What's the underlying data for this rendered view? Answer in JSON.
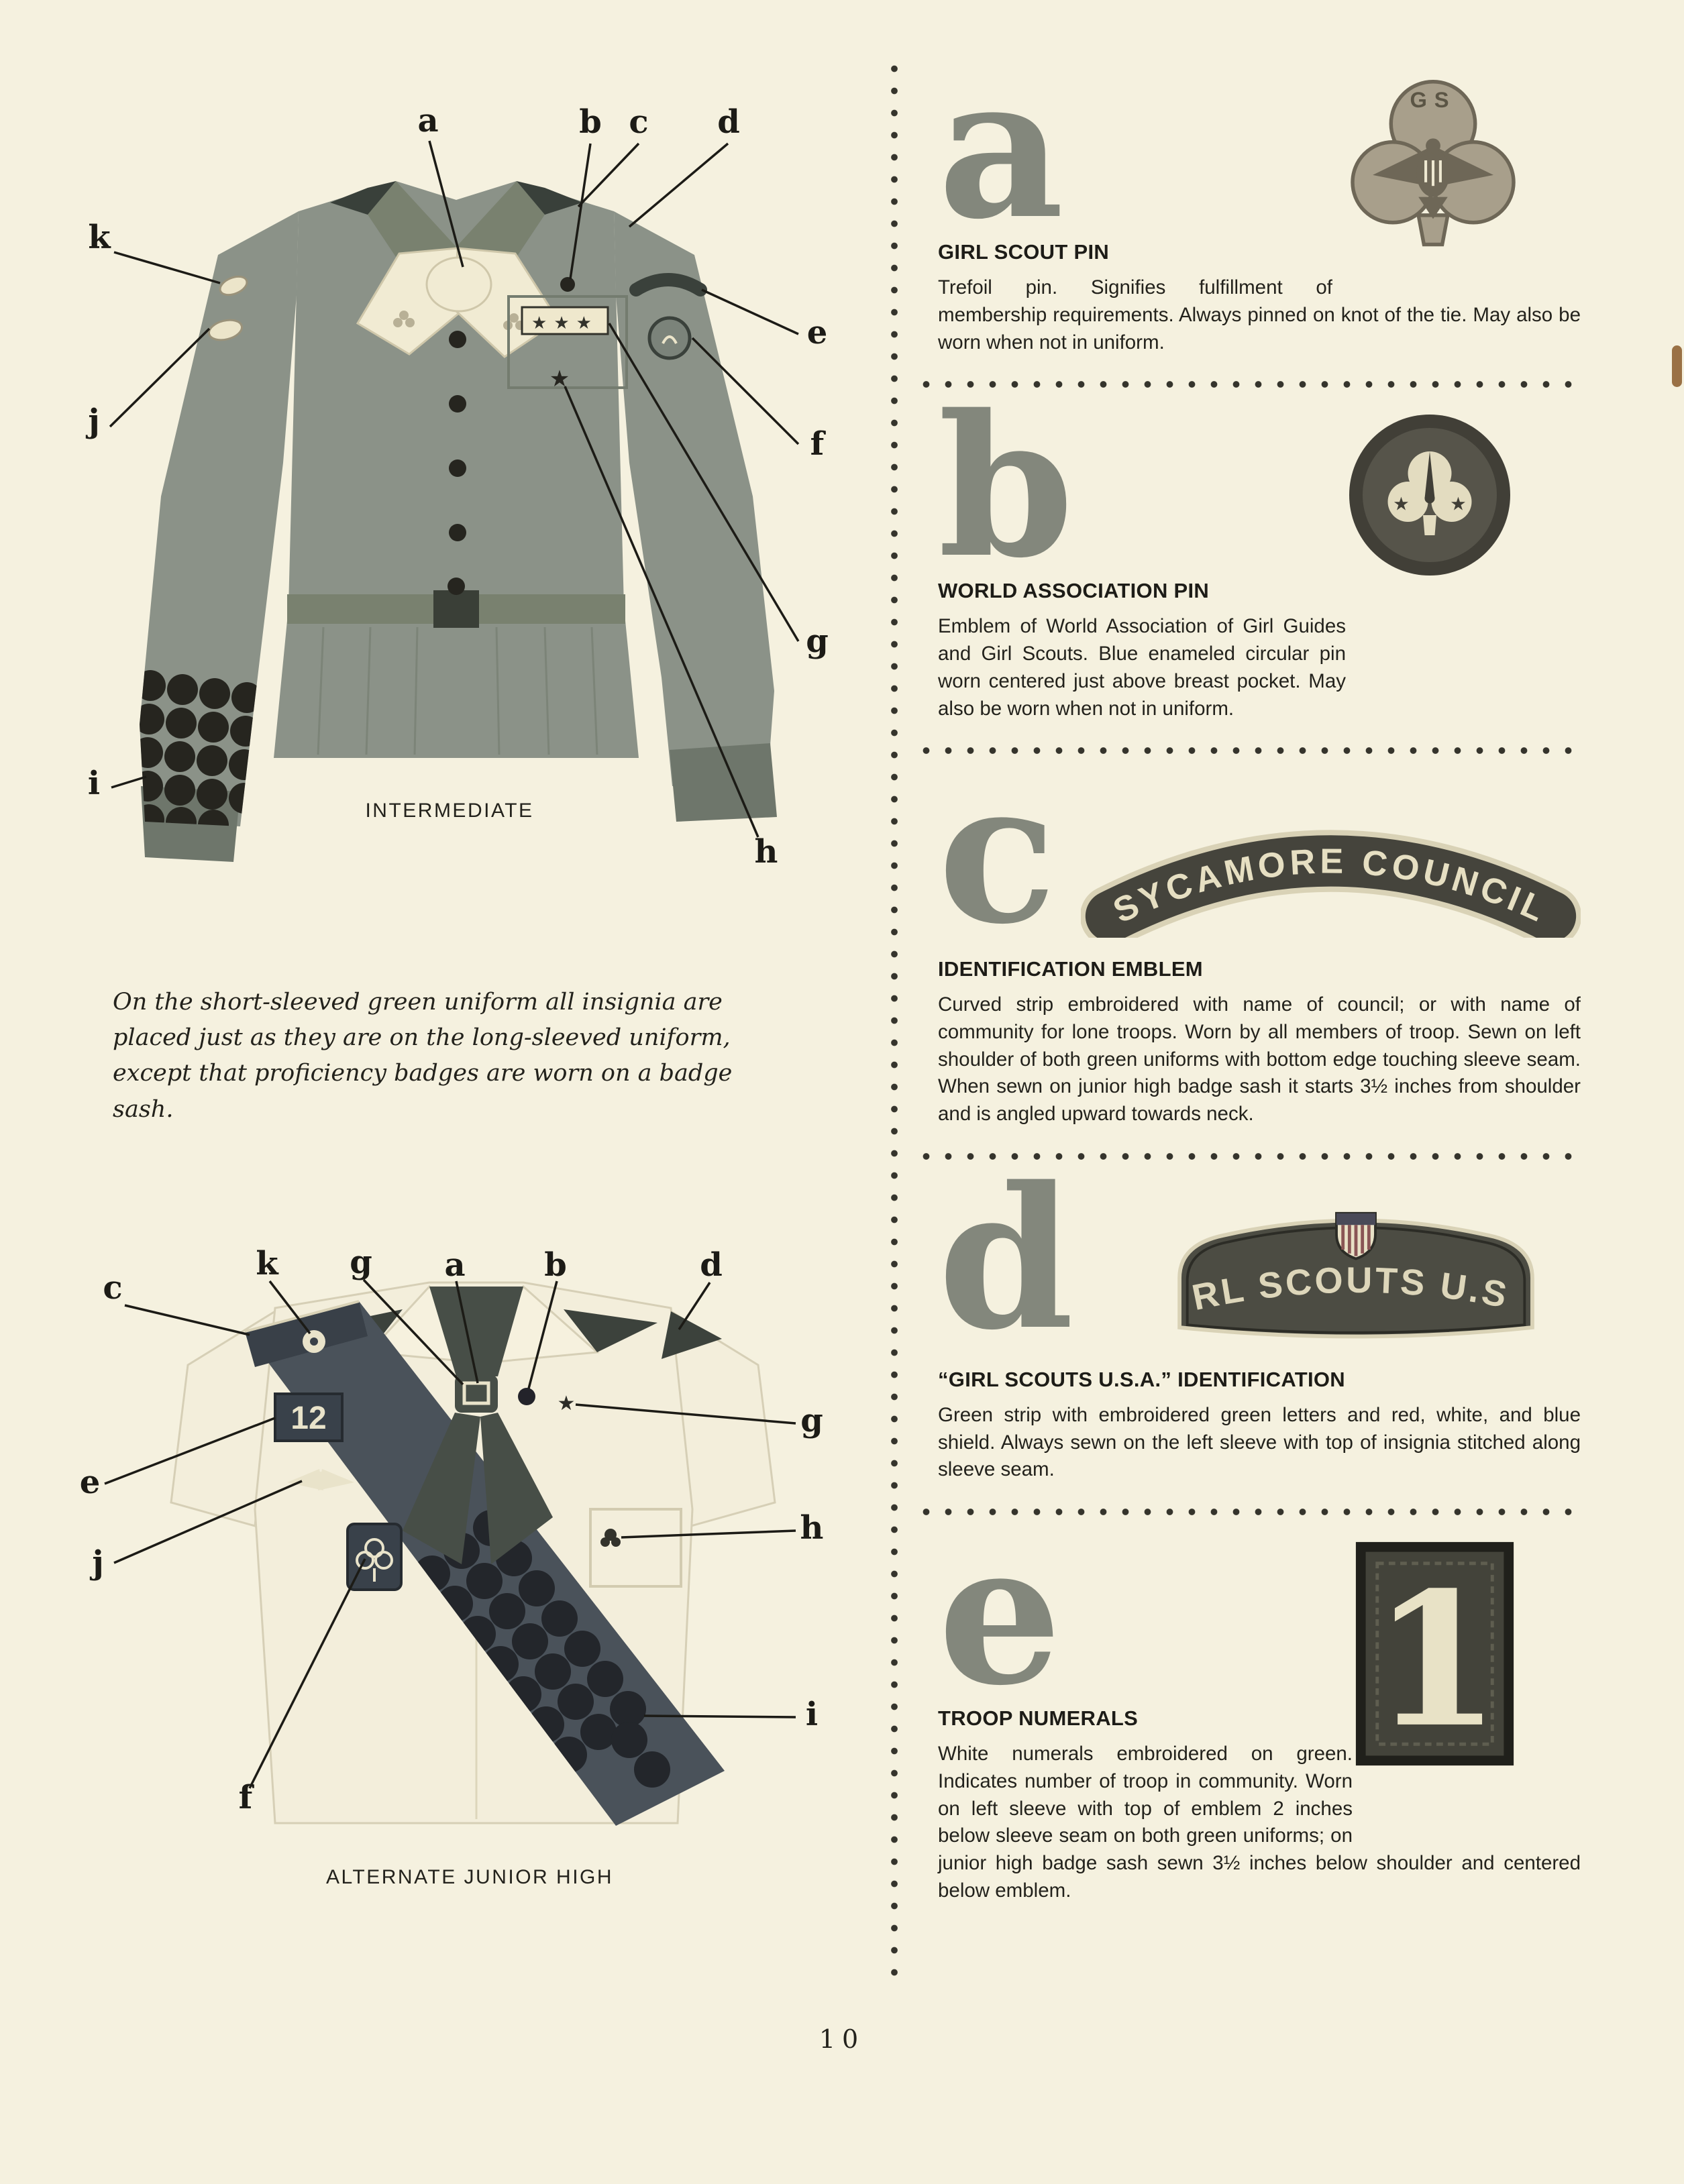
{
  "page": {
    "number": "10"
  },
  "note": "On the short-sleeved green uniform all insignia are placed just as they are on the long-sleeved uniform, except that proficiency badges are worn on a badge sash.",
  "figures": {
    "intermediate": {
      "caption": "INTERMEDIATE",
      "callouts": {
        "a": "a",
        "b": "b",
        "c": "c",
        "d": "d",
        "e": "e",
        "f": "f",
        "g": "g",
        "h": "h",
        "i": "i",
        "j": "j",
        "k": "k"
      }
    },
    "junior_high": {
      "caption": "ALTERNATE JUNIOR HIGH",
      "troop_number": "12",
      "callouts": {
        "c": "c",
        "k": "k",
        "g_top": "g",
        "a": "a",
        "b": "b",
        "d": "d",
        "e": "e",
        "j": "j",
        "f": "f",
        "g_right": "g",
        "h": "h",
        "i": "i"
      }
    }
  },
  "sections": [
    {
      "letter": "a",
      "heading": "GIRL SCOUT PIN",
      "pin_monogram": "GS",
      "body": "Trefoil pin. Signifies fulfillment of membership requirements. Always pinned on knot of the tie. May also be worn when not in uniform."
    },
    {
      "letter": "b",
      "heading": "WORLD ASSOCIATION PIN",
      "body": "Emblem of World Association of Girl Guides and Girl Scouts. Blue enameled circular pin worn centered just above breast pocket. May also be worn when not in uniform."
    },
    {
      "letter": "c",
      "heading": "IDENTIFICATION EMBLEM",
      "patch_text": "SYCAMORE COUNCIL",
      "body": "Curved strip embroidered with name of council; or with name of community for lone troops. Worn by all members of troop. Sewn on left shoulder of both green uniforms with bottom edge touching sleeve seam. When sewn on junior high badge sash it starts 3½ inches from shoulder and is angled upward towards neck."
    },
    {
      "letter": "d",
      "heading": "“GIRL SCOUTS U.S.A.” IDENTIFICATION",
      "patch_text": "GIRL SCOUTS U.S.A.",
      "body": "Green strip with embroidered green letters and red, white, and blue shield. Always sewn on the left sleeve with top of insignia stitched along sleeve seam."
    },
    {
      "letter": "e",
      "heading": "TROOP NUMERALS",
      "patch_text": "1",
      "body": "White numerals embroidered on green. Indicates number of troop in community. Worn on left sleeve with top of emblem 2 inches below sleeve seam on both green uniforms; on junior high badge sash sewn 3½ inches below shoulder and centered below emblem."
    }
  ]
}
